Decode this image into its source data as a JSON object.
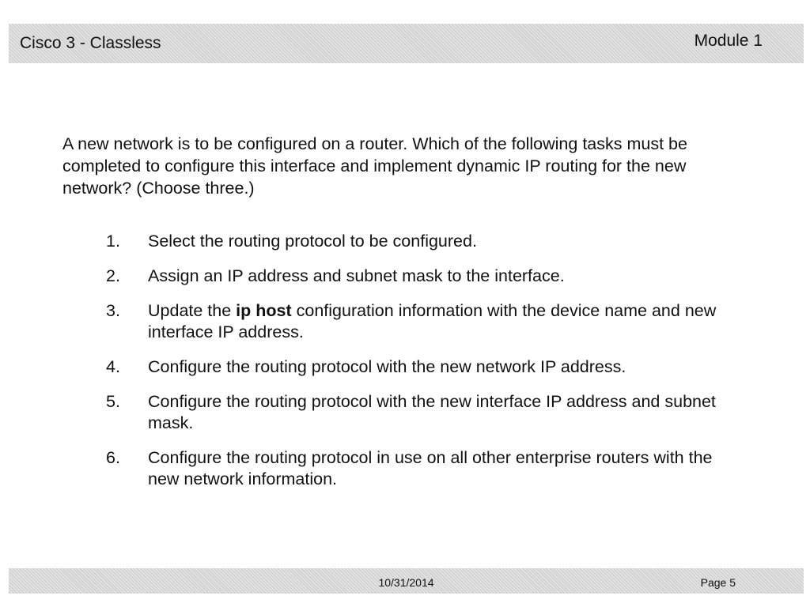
{
  "header": {
    "title": "Cisco 3 - Classless",
    "module": "Module 1"
  },
  "question": "A new network is to be configured on a router. Which of the following tasks must be completed to configure this interface and implement dynamic IP routing for the new network? (Choose three.)",
  "options": [
    {
      "number": "1.",
      "text": "Select the routing protocol to be configured."
    },
    {
      "number": "2.",
      "text": "Assign an IP address and subnet mask to the interface."
    },
    {
      "number": "3.",
      "text_before": "Update the ",
      "bold": "ip host",
      "text_after": " configuration information with the device name and new interface IP address."
    },
    {
      "number": "4.",
      "text": "Configure the routing protocol with the new network IP address."
    },
    {
      "number": "5.",
      "text": "Configure the routing protocol with the new interface IP address and subnet mask."
    },
    {
      "number": "6.",
      "text": "Configure the routing protocol in use on all other enterprise routers with the new network information."
    }
  ],
  "footer": {
    "date": "10/31/2014",
    "page": "Page 5"
  }
}
